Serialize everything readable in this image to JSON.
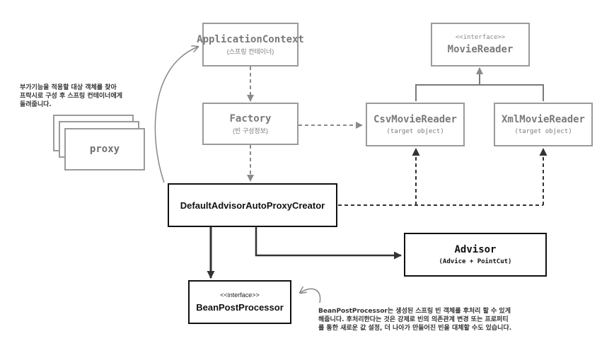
{
  "application_context": {
    "title": "ApplicationContext",
    "subtitle": "(스프링 컨테이너)"
  },
  "factory": {
    "title": "Factory",
    "subtitle": "(빈 구성정보)"
  },
  "movie_reader": {
    "stereotype": "<<interface>>",
    "title": "MovieReader"
  },
  "csv_movie_reader": {
    "title": "CsvMovieReader",
    "subtitle": "(target object)"
  },
  "xml_movie_reader": {
    "title": "XmlMovieReader",
    "subtitle": "(target object)"
  },
  "proxy": {
    "label": "proxy"
  },
  "creator": {
    "title": "DefaultAdvisorAutoProxyCreator"
  },
  "advisor": {
    "title": "Advisor",
    "subtitle": "(Advice + PointCut)"
  },
  "bean_post_processor": {
    "stereotype": "<<interface>>",
    "title": "BeanPostProcessor"
  },
  "notes": {
    "proxy_note": [
      "부가기능을 적용할 대상 객체를 찾아",
      "프락시로 구성 후 스프링 컨테이너에게",
      "돌려줍니다."
    ],
    "bpp_note": [
      "BeanPostProcessor는 생성된 스프링 빈 객체를 후처리 할 수 있게",
      "해줍니다. 후처리한다는 것은 강제로 빈의 의존관계 변경 또는 프로퍼티",
      "를 통한 새로운 값 설정, 더 나아가 만들어진 빈을 대체할 수도 있습니다."
    ]
  },
  "colors": {
    "gray": "#9a9a9a",
    "dark": "#111111"
  }
}
